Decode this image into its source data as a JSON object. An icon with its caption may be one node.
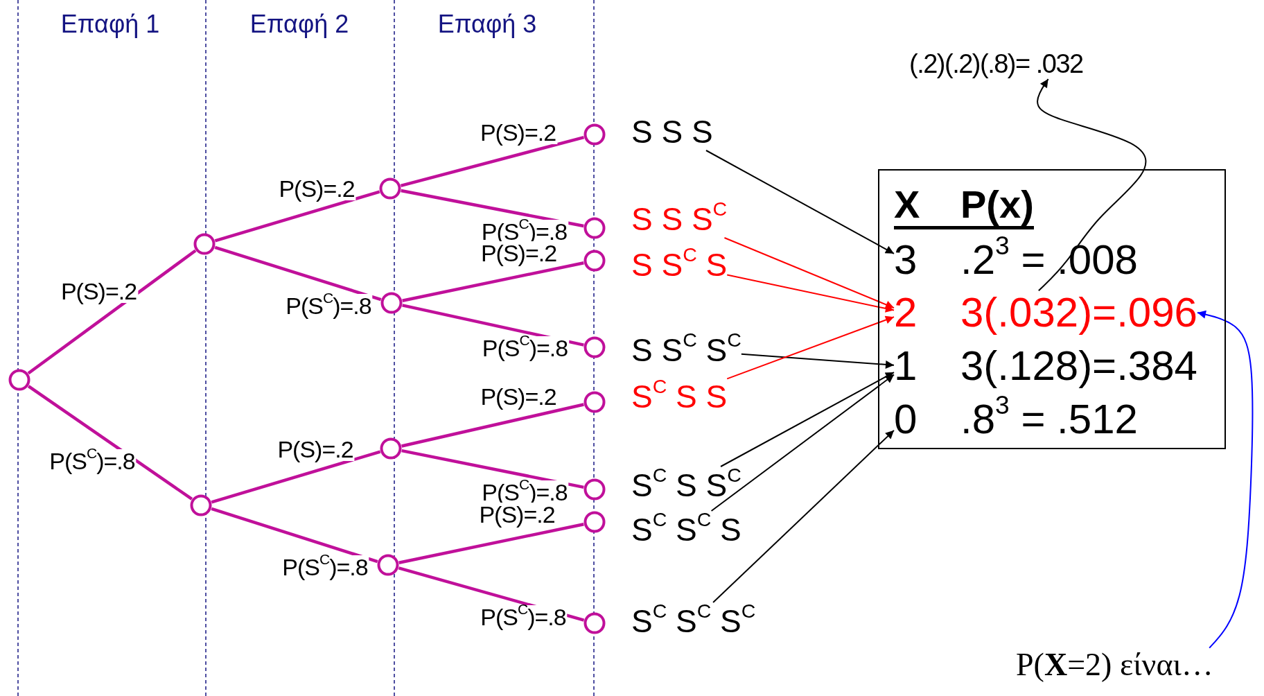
{
  "diagram": {
    "nodes": [
      {
        "text": [],
        "shape": "circle"
      },
      {
        "text": [],
        "shape": "circle"
      },
      {
        "text": [],
        "shape": "circle"
      },
      {
        "text": [],
        "shape": "circle"
      },
      {
        "text": [],
        "shape": "circle"
      },
      {
        "text": [],
        "shape": "circle"
      },
      {
        "text": [],
        "shape": "circle"
      },
      {
        "text": [],
        "shape": "circle"
      },
      {
        "text": [],
        "shape": "circle"
      },
      {
        "text": [],
        "shape": "circle"
      },
      {
        "text": [],
        "shape": "circle"
      },
      {
        "text": [],
        "shape": "circle"
      },
      {
        "text": [],
        "shape": "circle"
      },
      {
        "text": [],
        "shape": "circle"
      },
      {
        "text": [],
        "shape": "circle"
      },
      {
        "text": [
          "S S S"
        ]
      },
      {
        "text": [
          "S S S$^{C}$"
        ]
      },
      {
        "text": [
          "S S$^{C}$ S"
        ]
      },
      {
        "text": [
          "S S$^{C}$ S$^{C}$"
        ]
      },
      {
        "text": [
          "S$^{C}$ S S"
        ]
      },
      {
        "text": [
          "S$^{C}$ S S$^{C}$"
        ]
      },
      {
        "text": [
          "S$^{C}$ S$^{C}$ S"
        ]
      },
      {
        "text": [
          "S$^{C}$ S$^{C}$ S$^{C}$"
        ]
      },
      {
        "text": [
          "X",
          "P(x)"
        ]
      },
      {
        "text": [
          "3"
        ],
        "in": 23
      },
      {
        "text": [
          ".2$^{3}$ = .008"
        ],
        "in": 23
      },
      {
        "text": [
          "2"
        ],
        "in": 23
      },
      {
        "text": [
          "3(.032)=.096"
        ],
        "in": 23
      },
      {
        "text": [
          "1"
        ],
        "in": 23
      },
      {
        "text": [
          "3(.128)=.384"
        ],
        "in": 23
      },
      {
        "text": [
          "0"
        ],
        "in": 23
      },
      {
        "text": [
          ".8$^{3}$ = .512"
        ],
        "in": 23
      },
      {
        "text": [
          "(.2)(.2)(.8)= .032"
        ]
      },
      {
        "text": [
          "P(**X**=2) είναι…"
        ]
      }
    ],
    "edges": [
      {
        "from": 0,
        "to": 1,
        "arrow": "none",
        "label": "P(S)=.2"
      },
      {
        "from": 0,
        "to": 2,
        "arrow": "none",
        "label": "P(S$^{C}$)=.8"
      },
      {
        "from": 1,
        "to": 3,
        "arrow": "none",
        "label": "P(S)=.2"
      },
      {
        "from": 1,
        "to": 4,
        "arrow": "none",
        "label": "P(S$^{C}$)=.8"
      },
      {
        "from": 2,
        "to": 5,
        "arrow": "none",
        "label": "P(S)=.2"
      },
      {
        "from": 2,
        "to": 6,
        "arrow": "none",
        "label": "P(S$^{C}$)=.8"
      },
      {
        "from": 3,
        "to": 7,
        "arrow": "none",
        "label": "P(S)=.2"
      },
      {
        "from": 3,
        "to": 8,
        "arrow": "none",
        "label": "P(S$^{C}$)=.8"
      },
      {
        "from": 4,
        "to": 9,
        "arrow": "none",
        "label": "P(S)=.2"
      },
      {
        "from": 4,
        "to": 10,
        "arrow": "none",
        "label": "P(S$^{C}$)=.8"
      },
      {
        "from": 5,
        "to": 11,
        "arrow": "none",
        "label": "P(S)=.2"
      },
      {
        "from": 5,
        "to": 12,
        "arrow": "none",
        "label": "P(S$^{C}$)=.8"
      },
      {
        "from": 6,
        "to": 13,
        "arrow": "none",
        "label": "P(S)=.2"
      },
      {
        "from": 6,
        "to": 14,
        "arrow": "none",
        "label": "P(S$^{C}$)=.8"
      },
      {
        "from": 15,
        "to": 24,
        "arrow": "to",
        "color": "#000000"
      },
      {
        "from": 16,
        "to": 26,
        "arrow": "to",
        "color": "#ff0000"
      },
      {
        "from": 17,
        "to": 26,
        "arrow": "to",
        "color": "#ff0000"
      },
      {
        "from": 18,
        "to": 28,
        "arrow": "to",
        "color": "#000000"
      },
      {
        "from": 19,
        "to": 26,
        "arrow": "to",
        "color": "#ff0000"
      },
      {
        "from": 20,
        "to": 28,
        "arrow": "to",
        "color": "#000000"
      },
      {
        "from": 21,
        "to": 28,
        "arrow": "to",
        "color": "#000000"
      },
      {
        "from": 22,
        "to": 30,
        "arrow": "to",
        "color": "#000000"
      },
      {
        "from": 27,
        "to": 32,
        "arrow": "to",
        "color": "#000000"
      },
      {
        "from": 33,
        "to": 27,
        "arrow": "to",
        "color": "#0000ff"
      }
    ],
    "labels": [
      "Επαφή 1",
      "Επαφή 2",
      "Επαφή 3"
    ]
  }
}
